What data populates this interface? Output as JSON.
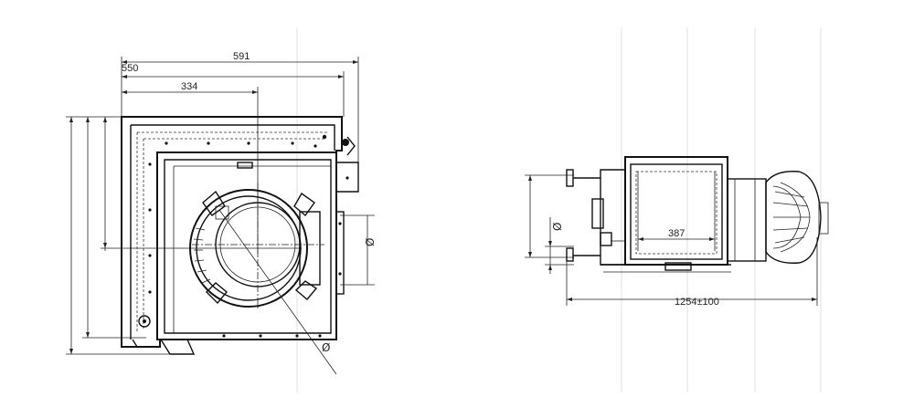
{
  "side_view": {
    "dim_width_overall": "591",
    "dim_width_body": "550",
    "dim_axis_offset": "334",
    "diameter_symbol_flue": "Ø",
    "diameter_symbol_door": "Ø"
  },
  "top_view": {
    "dim_inner_width": "387",
    "dim_overall_length": "1254±100",
    "diameter_symbol_inlet": "Ø"
  }
}
